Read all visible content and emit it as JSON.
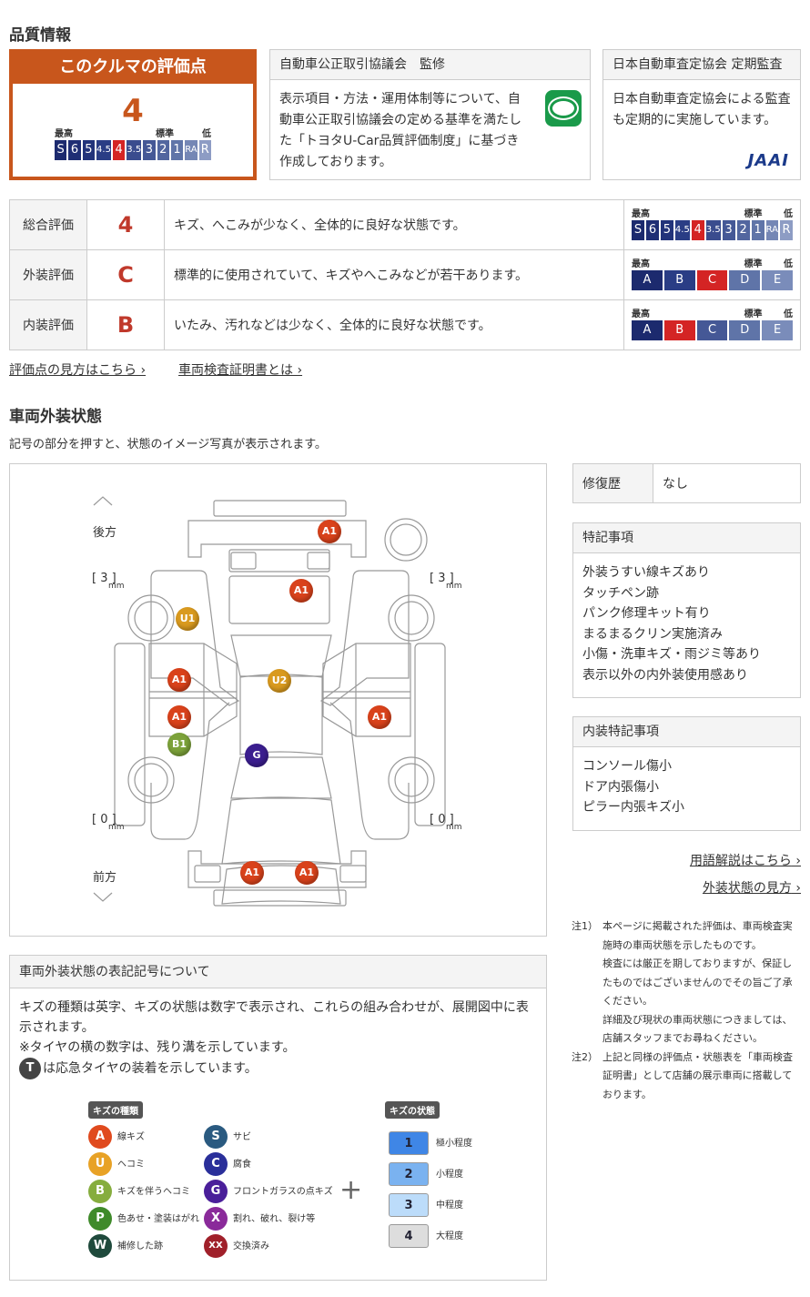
{
  "quality": {
    "title": "品質情報",
    "score_header": "このクルマの評価点",
    "score": "4",
    "scale_labels": {
      "high": "最高",
      "std": "標準",
      "low": "低"
    },
    "scale": [
      "S",
      "6",
      "5",
      "4.5",
      "4",
      "3.5",
      "3",
      "2",
      "1",
      "RA",
      "R"
    ],
    "scale_colors": [
      "#1c2a6e",
      "#1f2e74",
      "#22337a",
      "#2a3d85",
      "#d42424",
      "#3a4c8e",
      "#455896",
      "#52669f",
      "#6075a8",
      "#7587b5",
      "#8d9cc4"
    ],
    "highlight_color": "#d42424",
    "jaaa": {
      "title": "自動車公正取引協議会　監修",
      "text": "表示項目・方法・運用体制等について、自動車公正取引協議会の定める基準を満たした「トヨタU-Car品質評価制度」に基づき作成しております。"
    },
    "jaai": {
      "title": "日本自動車査定協会 定期監査",
      "text": "日本自動車査定協会による監査も定期的に実施しています。",
      "logo": "JAAI"
    }
  },
  "evaluations": [
    {
      "label": "総合評価",
      "grade": "4",
      "desc": "キズ、へこみが少なく、全体的に良好な状態です。"
    },
    {
      "label": "外装評価",
      "grade": "C",
      "desc": "標準的に使用されていて、キズやへこみなどが若干あります。",
      "scale": [
        "A",
        "B",
        "C",
        "D",
        "E"
      ]
    },
    {
      "label": "内装評価",
      "grade": "B",
      "desc": "いたみ、汚れなどは少なく、全体的に良好な状態です。",
      "scale": [
        "A",
        "B",
        "C",
        "D",
        "E"
      ]
    }
  ],
  "links": {
    "how_to_read": "評価点の見方はこちら",
    "certificate": "車両検査証明書とは",
    "glossary": "用語解説はこちら",
    "exterior_guide": "外装状態の見方"
  },
  "exterior": {
    "title": "車両外装状態",
    "subtitle": "記号の部分を押すと、状態のイメージ写真が表示されます。",
    "rear": "後方",
    "front": "前方",
    "tread": {
      "rl": "3",
      "rr": "3",
      "fl": "0",
      "fr": "0",
      "unit": "mm"
    },
    "markers": [
      "A1",
      "A1",
      "U1",
      "A1",
      "U2",
      "A1",
      "B1",
      "A1",
      "G",
      "A1",
      "A1"
    ]
  },
  "repair": {
    "label": "修復歴",
    "value": "なし"
  },
  "notes_special": {
    "title": "特記事項",
    "items": [
      "外装うすい線キズあり",
      "タッチペン跡",
      "パンク修理キット有り",
      "まるまるクリン実施済み",
      "小傷・洗車キズ・雨ジミ等あり",
      "表示以外の内外装使用感あり"
    ]
  },
  "interior_special": {
    "title": "内装特記事項",
    "items": [
      "コンソール傷小",
      "ドア内張傷小",
      "ピラー内張キズ小"
    ]
  },
  "footnotes": [
    {
      "mark": "注1）",
      "lines": [
        "本ページに掲載された評価は、車両検査実施時の車両状態を示したものです。",
        "検査には厳正を期しておりますが、保証したものではございませんのでその旨ご了承ください。",
        "詳細及び現状の車両状態につきましては、店舗スタッフまでお尋ねください。"
      ]
    },
    {
      "mark": "注2）",
      "lines": [
        "上記と同様の評価点・状態表を「車両検査証明書」として店舗の展示車両に搭載しております。"
      ]
    }
  ],
  "legend": {
    "title": "車両外装状態の表記記号について",
    "line1": "キズの種類は英字、キズの状態は数字で表示され、これらの組み合わせが、展開図中に表示されます。",
    "line2": "※タイヤの横の数字は、残り溝を示しています。",
    "t_icon": "T",
    "line3": "は応急タイヤの装着を示しています。",
    "types_title": "キズの種類",
    "states_title": "キズの状態",
    "types": [
      {
        "k": "A",
        "v": "線キズ",
        "c": "#e04a1e"
      },
      {
        "k": "U",
        "v": "ヘコミ",
        "c": "#e8a226"
      },
      {
        "k": "B",
        "v": "キズを伴うヘコミ",
        "c": "#86ad3e"
      },
      {
        "k": "P",
        "v": "色あせ・塗装はがれ",
        "c": "#3f8a2a"
      },
      {
        "k": "W",
        "v": "補修した跡",
        "c": "#1f4a3c"
      },
      {
        "k": "S",
        "v": "サビ",
        "c": "#2a5a80"
      },
      {
        "k": "C",
        "v": "腐食",
        "c": "#2a2f9a"
      },
      {
        "k": "G",
        "v": "フロントガラスの点キズ",
        "c": "#4a1f9a"
      },
      {
        "k": "X",
        "v": "割れ、破れ、裂け等",
        "c": "#8a2a9a"
      },
      {
        "k": "XX",
        "v": "交換済み",
        "c": "#a0202a"
      }
    ],
    "plus": "+",
    "states": [
      {
        "k": "1",
        "v": "極小程度",
        "c": "#3f86e6"
      },
      {
        "k": "2",
        "v": "小程度",
        "c": "#7ab2f0"
      },
      {
        "k": "3",
        "v": "中程度",
        "c": "#bcdcfa"
      },
      {
        "k": "4",
        "v": "大程度",
        "c": "#dddddd"
      }
    ]
  }
}
